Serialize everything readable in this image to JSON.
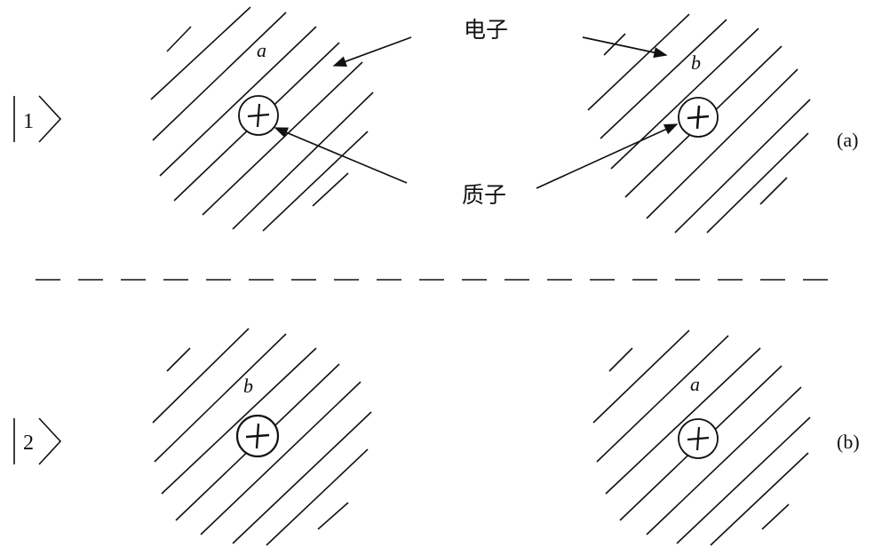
{
  "labels": {
    "electron": "电子",
    "proton": "质子",
    "state_1": "1",
    "state_2": "2",
    "panel_a": "(a)",
    "panel_b": "(b)",
    "top_left_atom": "a",
    "top_right_atom": "b",
    "bottom_left_atom": "b",
    "bottom_right_atom": "a"
  },
  "colors": {
    "ink": "#111111",
    "background": "#ffffff"
  },
  "icons": {
    "proton_marker": "plus-in-circle",
    "ket": "ket-bracket"
  }
}
